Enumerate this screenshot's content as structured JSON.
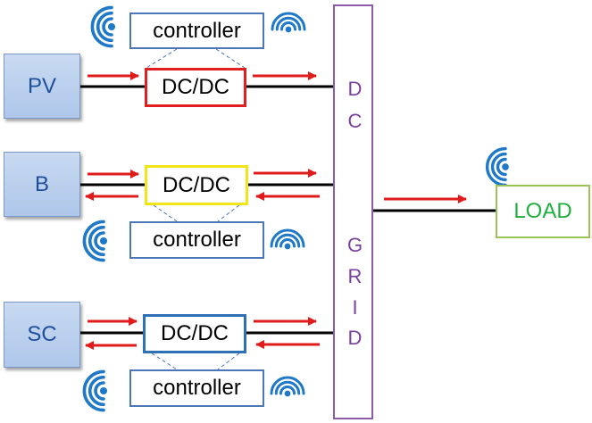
{
  "sources": [
    {
      "id": "pv",
      "label": "PV"
    },
    {
      "id": "b",
      "label": "B"
    },
    {
      "id": "sc",
      "label": "SC"
    }
  ],
  "converters": [
    {
      "id": "pv",
      "label": "DC/DC",
      "border_color": "#e02020"
    },
    {
      "id": "b",
      "label": "DC/DC",
      "border_color": "#f2e61a"
    },
    {
      "id": "sc",
      "label": "DC/DC",
      "border_color": "#2f6fb5"
    }
  ],
  "controllers": [
    {
      "id": "pv",
      "label": "controller"
    },
    {
      "id": "b",
      "label": "controller"
    },
    {
      "id": "sc",
      "label": "controller"
    }
  ],
  "dc_grid": {
    "letters": [
      "D",
      "C",
      "G",
      "R",
      "I",
      "D"
    ]
  },
  "load": {
    "label": "LOAD"
  },
  "icons": [
    "wireless-signal-icon"
  ],
  "colors": {
    "arrow": "#e01b1b",
    "line": "#000000",
    "wireless": "#1f78c8",
    "grid_border": "#8e5ba8",
    "load_border": "#9cc25a"
  }
}
